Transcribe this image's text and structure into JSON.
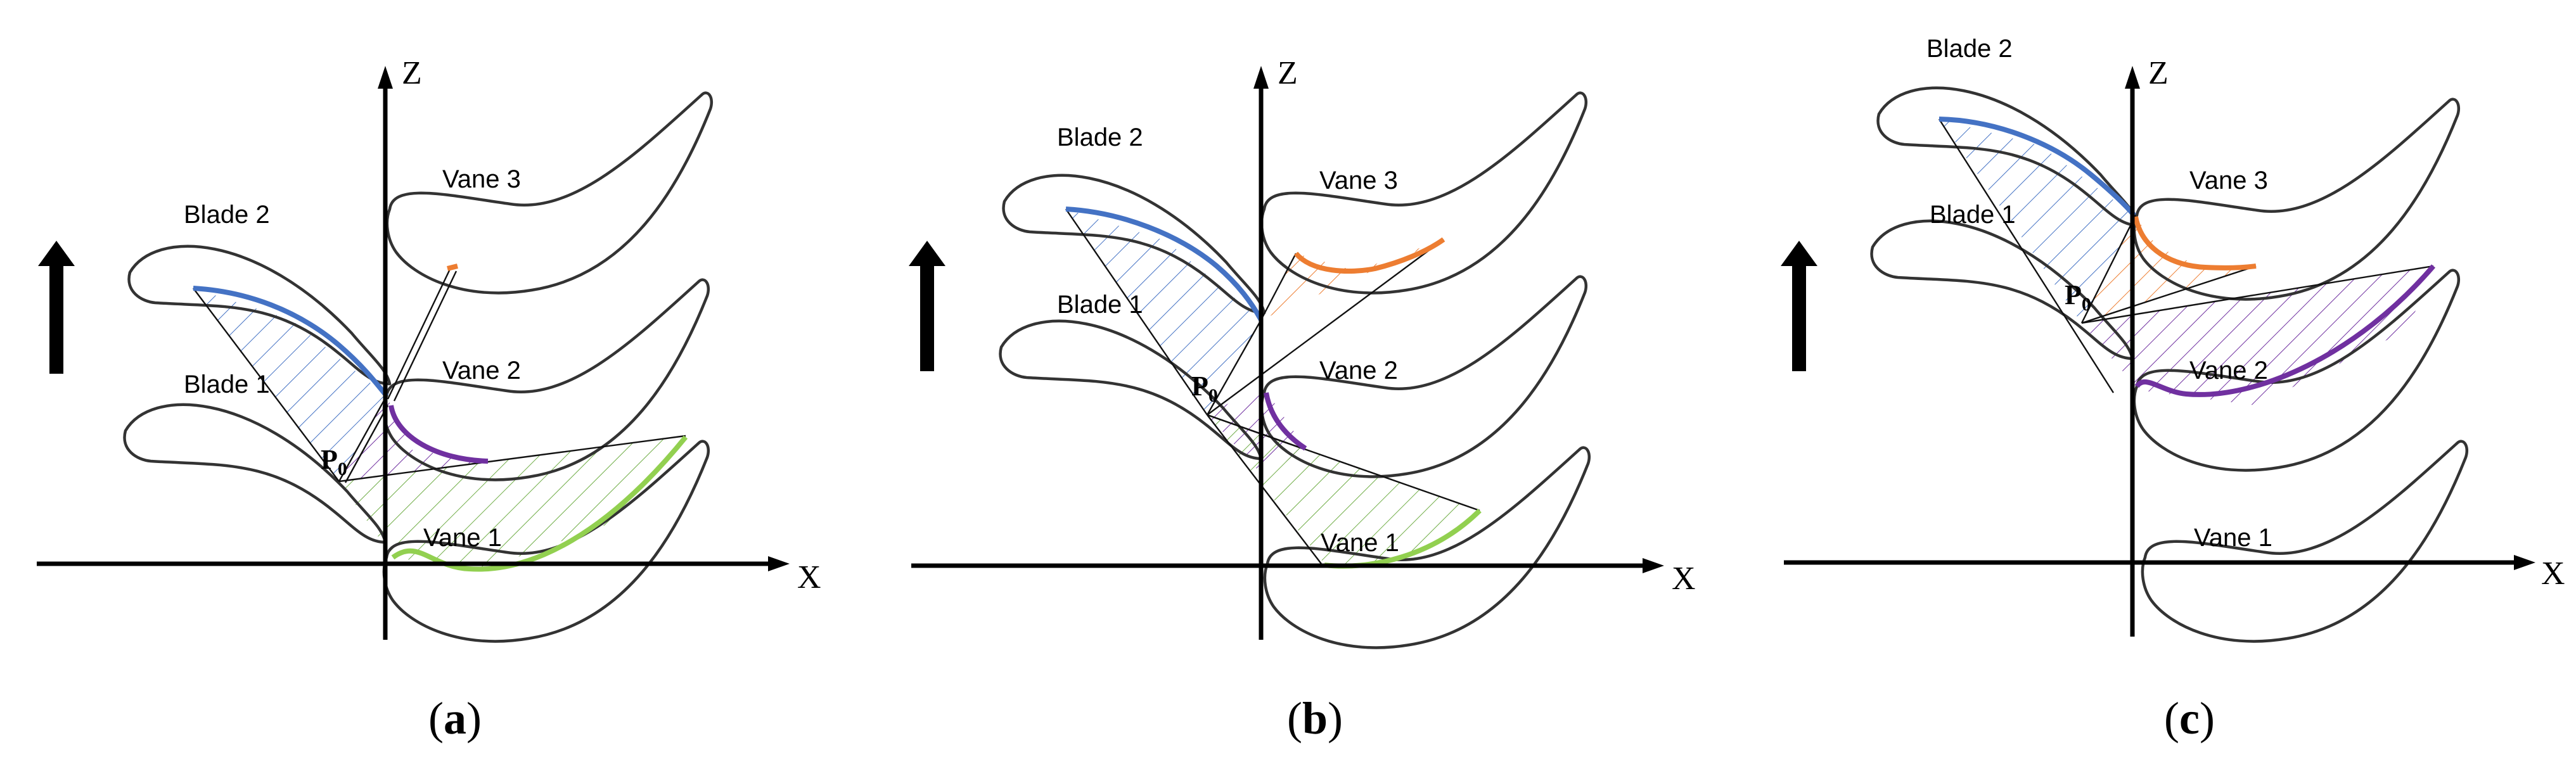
{
  "colors": {
    "blade_2_curve": "#4472c4",
    "vane_2_curve": "#7030a0",
    "vane_1_curve": "#92d050",
    "vane_3_curve": "#ed7d31"
  },
  "panels": [
    {
      "id": "a",
      "label_letter": "a",
      "axis_z": "Z",
      "axis_x": "X",
      "blade_1": "Blade 1",
      "blade_2": "Blade 2",
      "vane_1": "Vane 1",
      "vane_2": "Vane 2",
      "vane_3": "Vane 3",
      "point": "P",
      "point_sub": "0"
    },
    {
      "id": "b",
      "label_letter": "b",
      "axis_z": "Z",
      "axis_x": "X",
      "blade_1": "Blade 1",
      "blade_2": "Blade 2",
      "vane_1": "Vane 1",
      "vane_2": "Vane 2",
      "vane_3": "Vane 3",
      "point": "P",
      "point_sub": "0"
    },
    {
      "id": "c",
      "label_letter": "c",
      "axis_z": "Z",
      "axis_x": "X",
      "blade_1": "Blade 1",
      "blade_2": "Blade 2",
      "vane_1": "Vane 1",
      "vane_2": "Vane 2",
      "vane_3": "Vane 3",
      "point": "P",
      "point_sub": "0"
    }
  ]
}
